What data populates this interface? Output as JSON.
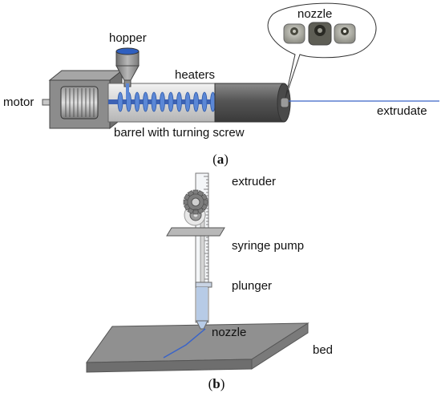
{
  "panel_a": {
    "labels": {
      "motor": "motor",
      "hopper": "hopper",
      "heaters": "heaters",
      "nozzle": "nozzle",
      "extrudate": "extrudate",
      "barrel": "barrel with turning screw"
    },
    "caption": {
      "open": "(",
      "letter": "a",
      "close": ")"
    }
  },
  "panel_b": {
    "labels": {
      "extruder": "extruder",
      "syringe_pump": "syringe pump",
      "plunger": "plunger",
      "nozzle": "nozzle",
      "bed": "bed"
    },
    "caption": {
      "open": "(",
      "letter": "b",
      "close": ")"
    }
  },
  "colors": {
    "housing": "#8c8c8c",
    "barrel_dark": "#5a5a5a",
    "screw_blue": "#5b87d6",
    "extrudate_line": "#3a64c8",
    "fluid": "#b7cbe6",
    "bed": "#8e8e8e"
  }
}
